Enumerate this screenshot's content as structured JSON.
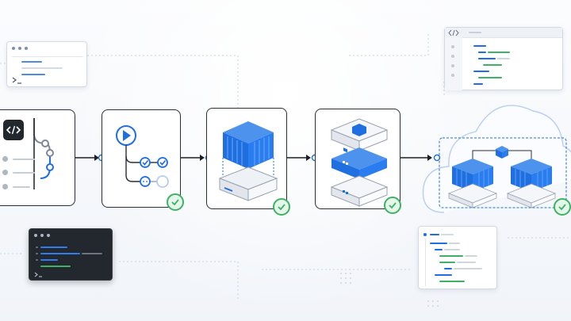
{
  "diagram": {
    "stages": [
      {
        "name": "source-code",
        "icon": "code-icon"
      },
      {
        "name": "build-pipeline",
        "icon": "play-icon"
      },
      {
        "name": "container-image",
        "icon": "container-icon"
      },
      {
        "name": "registry-stack",
        "icon": "server-stack-icon"
      },
      {
        "name": "cloud-deployment",
        "icon": "cloud-icon"
      }
    ],
    "status_icon": "check-icon",
    "colors": {
      "accent_blue": "#1f6fe0",
      "success_green": "#3fb165",
      "border_dark": "#2a2e35",
      "panel_dark": "#23272e"
    }
  }
}
